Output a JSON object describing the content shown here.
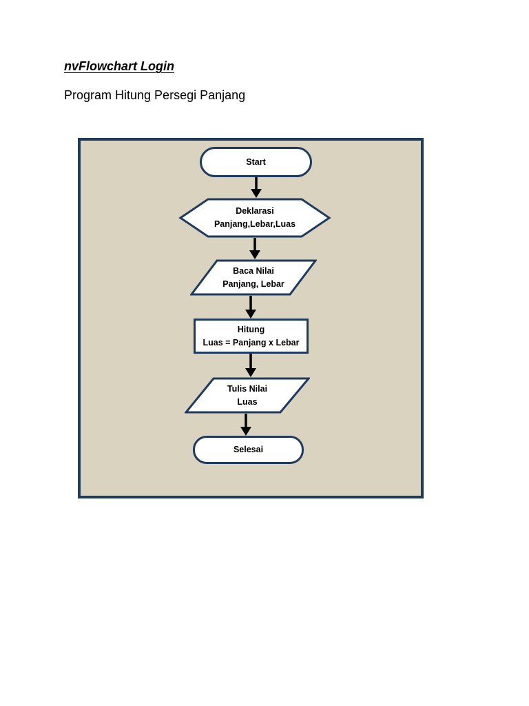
{
  "page": {
    "title": "nvFlowchart Login",
    "subtitle": "Program Hitung Persegi Panjang"
  },
  "colors": {
    "page_bg": "#ffffff",
    "canvas_bg": "#d9d3bf",
    "border_navy": "#1f3a5f",
    "shape_fill": "#ffffff",
    "arrow": "#000000",
    "text": "#000000"
  },
  "flowchart": {
    "nodes": [
      {
        "id": "start",
        "type": "terminator",
        "line1": "Start",
        "line2": ""
      },
      {
        "id": "deklarasi",
        "type": "hexagon",
        "line1": "Deklarasi",
        "line2": "Panjang,Lebar,Luas"
      },
      {
        "id": "baca",
        "type": "parallelogram",
        "line1": "Baca Nilai",
        "line2": "Panjang, Lebar"
      },
      {
        "id": "hitung",
        "type": "process",
        "line1": "Hitung",
        "line2": "Luas = Panjang x Lebar"
      },
      {
        "id": "tulis",
        "type": "parallelogram",
        "line1": "Tulis Nilai",
        "line2": "Luas"
      },
      {
        "id": "selesai",
        "type": "terminator",
        "line1": "Selesai",
        "line2": ""
      }
    ]
  }
}
